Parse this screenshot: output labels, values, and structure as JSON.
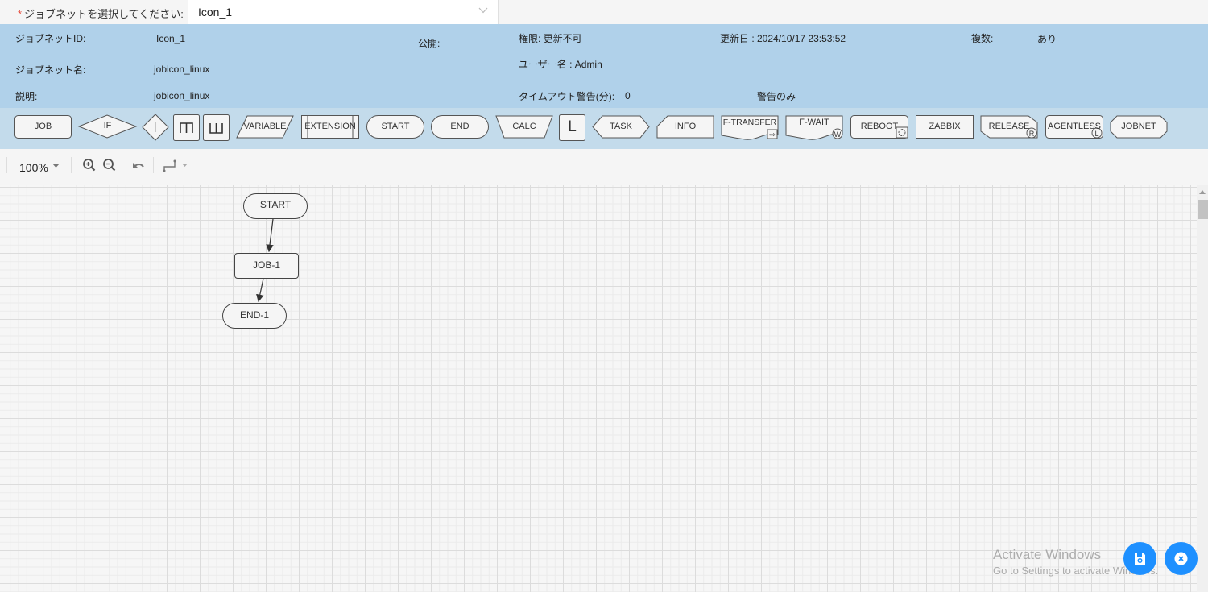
{
  "selector": {
    "required_mark": "*",
    "label": "ジョブネットを選択してください:",
    "value": "Icon_1"
  },
  "info": {
    "jobnet_id_label": "ジョブネットID:",
    "jobnet_id": "Icon_1",
    "jobnet_name_label": "ジョブネット名:",
    "jobnet_name": "jobicon_linux",
    "description_label": "説明:",
    "description": "jobicon_linux",
    "public_label": "公開:",
    "permission": "権限: 更新不可",
    "username": "ユーザー名 : Admin",
    "timeout_label": "タイムアウト警告(分):",
    "timeout_value": "0",
    "timeout_mode": "警告のみ",
    "updated": "更新日 : 2024/10/17 23:53:52",
    "multiple_label": "複数:",
    "multiple_value": "あり"
  },
  "palette": {
    "items": [
      {
        "label": "JOB",
        "shape": "rounded-rect"
      },
      {
        "label": "IF",
        "shape": "diamond"
      },
      {
        "label": "|",
        "shape": "small-diamond"
      },
      {
        "label": "ㅠ",
        "shape": "square-fork"
      },
      {
        "label": "ш",
        "shape": "square-join"
      },
      {
        "label": "VARIABLE",
        "shape": "parallelogram"
      },
      {
        "label": "EXTENSION",
        "shape": "process"
      },
      {
        "label": "START",
        "shape": "stadium"
      },
      {
        "label": "END",
        "shape": "stadium"
      },
      {
        "label": "CALC",
        "shape": "trapezoid"
      },
      {
        "label": "L",
        "shape": "square"
      },
      {
        "label": "TASK",
        "shape": "pentagon-arrow"
      },
      {
        "label": "INFO",
        "shape": "cut-corner"
      },
      {
        "label": "F-TRANSFER",
        "shape": "wave-doc"
      },
      {
        "label": "F-WAIT",
        "shape": "wave-doc"
      },
      {
        "label": "REBOOT",
        "shape": "rounded-rect-badge"
      },
      {
        "label": "ZABBIX",
        "shape": "rect"
      },
      {
        "label": "RELEASE",
        "shape": "cut-corner-badge"
      },
      {
        "label": "AGENTLESS",
        "shape": "rounded-rect-badge"
      },
      {
        "label": "JOBNET",
        "shape": "octagon"
      }
    ],
    "badges": {
      "ftransfer": "⇨",
      "fwait": "W",
      "reboot": "◌",
      "release": "R",
      "agentless": "L"
    }
  },
  "toolbar": {
    "zoom_level": "100%",
    "zoom_in_icon": "zoom-in-icon",
    "zoom_out_icon": "zoom-out-icon",
    "undo_icon": "undo-icon",
    "connector_icon": "connector-style-icon"
  },
  "diagram": {
    "nodes": [
      {
        "id": "start",
        "label": "START",
        "shape": "stadium"
      },
      {
        "id": "job1",
        "label": "JOB-1",
        "shape": "rounded-rect"
      },
      {
        "id": "end1",
        "label": "END-1",
        "shape": "stadium"
      }
    ],
    "edges": [
      {
        "from": "START",
        "to": "JOB-1"
      },
      {
        "from": "JOB-1",
        "to": "END-1"
      }
    ]
  },
  "watermark": {
    "line1": "Activate Windows",
    "line2": "Go to Settings to activate Windows."
  },
  "actions": {
    "save_icon": "save-icon",
    "close_icon": "close-icon",
    "accent_color": "#1e90ff"
  }
}
